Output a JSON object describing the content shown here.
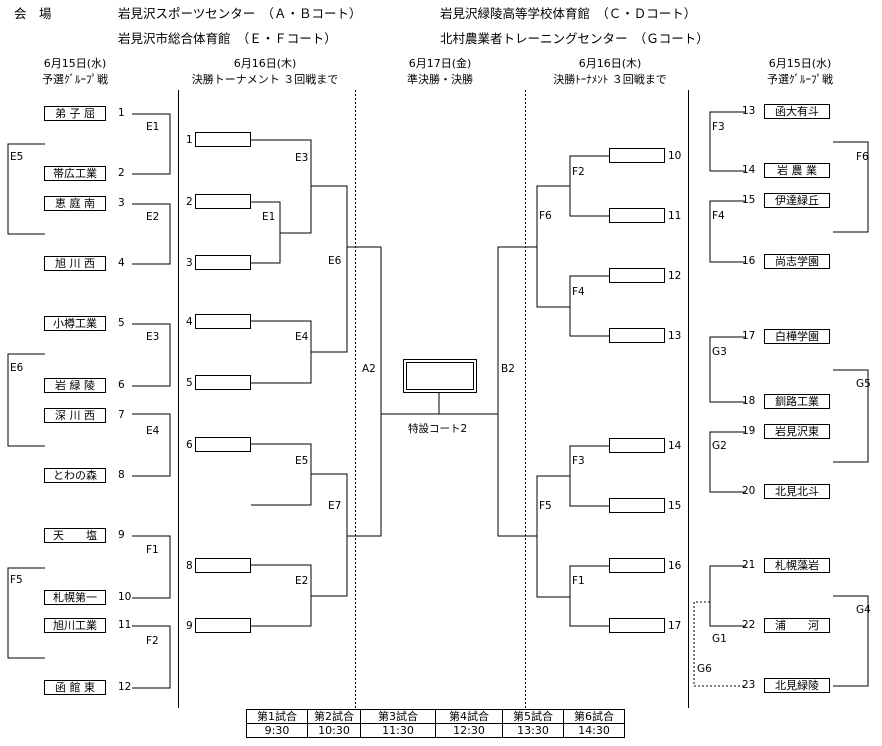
{
  "header": {
    "venue_label": "会　場",
    "line1_a": "岩見沢スポーツセンター　（Ａ・Ｂコート）",
    "line1_b": "岩見沢緑陵高等学校体育館　（Ｃ・Ｄコート）",
    "line2_a": "岩見沢市総合体育館　（Ｅ・Ｆコート）",
    "line2_b": "北村農業者トレーニングセンター　（Ｇコート）"
  },
  "columns": {
    "c1_date": "6月15日(水)",
    "c1_sub": "予選ｸﾞﾙｰﾌﾟ戦",
    "c2_date": "6月16日(木)",
    "c2_sub": "決勝トーナメント ３回戦まで",
    "c3_date": "6月17日(金)",
    "c3_sub": "準決勝・決勝",
    "c4_date": "6月16日(木)",
    "c4_sub": "決勝ﾄｰﾅﾒﾝﾄ ３回戦まで",
    "c5_date": "6月15日(水)",
    "c5_sub": "予選ｸﾞﾙｰﾌﾟ戦"
  },
  "left_teams": [
    {
      "num": "1",
      "name": "弟 子 屈"
    },
    {
      "num": "2",
      "name": "帯広工業"
    },
    {
      "num": "3",
      "name": "恵 庭 南"
    },
    {
      "num": "4",
      "name": "旭 川 西"
    },
    {
      "num": "5",
      "name": "小樽工業"
    },
    {
      "num": "6",
      "name": "岩 緑 陵"
    },
    {
      "num": "7",
      "name": "深 川 西"
    },
    {
      "num": "8",
      "name": "とわの森"
    },
    {
      "num": "9",
      "name": "天　　塩"
    },
    {
      "num": "10",
      "name": "札幌第一"
    },
    {
      "num": "11",
      "name": "旭川工業"
    },
    {
      "num": "12",
      "name": "函 館 東"
    }
  ],
  "right_teams": [
    {
      "num": "13",
      "name": "函大有斗"
    },
    {
      "num": "14",
      "name": "岩 農 業"
    },
    {
      "num": "15",
      "name": "伊達緑丘"
    },
    {
      "num": "16",
      "name": "尚志学園"
    },
    {
      "num": "17",
      "name": "白樺学園"
    },
    {
      "num": "18",
      "name": "釧路工業"
    },
    {
      "num": "19",
      "name": "岩見沢東"
    },
    {
      "num": "20",
      "name": "北見北斗"
    },
    {
      "num": "21",
      "name": "札幌藻岩"
    },
    {
      "num": "22",
      "name": "浦　　河"
    },
    {
      "num": "23",
      "name": "北見緑陵"
    }
  ],
  "left_slots": [
    "1",
    "2",
    "3",
    "4",
    "5",
    "6",
    "8",
    "9"
  ],
  "right_slots": [
    "10",
    "11",
    "12",
    "13",
    "14",
    "15",
    "16",
    "17"
  ],
  "match_labels": {
    "E1a": "E1",
    "E5a": "E5",
    "E2a": "E2",
    "E3a": "E3",
    "E6a": "E6",
    "E4a": "E4",
    "F1a": "F1",
    "F5a": "F5",
    "F2a": "F2",
    "E3b": "E3",
    "E1b": "E1",
    "E6b": "E6",
    "E4b": "E4",
    "E5b": "E5",
    "E7b": "E7",
    "E2b": "E2",
    "A2": "A2",
    "B2": "B2",
    "F2c": "F2",
    "F6c": "F6",
    "F4c": "F4",
    "F3c": "F3",
    "F5c": "F5",
    "F1c": "F1",
    "F3d": "F3",
    "F6d": "F6",
    "F4d": "F4",
    "G3d": "G3",
    "G5d": "G5",
    "G2d": "G2",
    "G4d": "G4",
    "G1d": "G1",
    "G6d": "G6"
  },
  "center": {
    "court_label": "特設コート2"
  },
  "schedule": {
    "games": [
      "第1試合",
      "第2試合",
      "第3試合",
      "第4試合",
      "第5試合",
      "第6試合"
    ],
    "times": [
      "9:30",
      "10:30",
      "11:30",
      "12:30",
      "13:30",
      "14:30"
    ]
  }
}
